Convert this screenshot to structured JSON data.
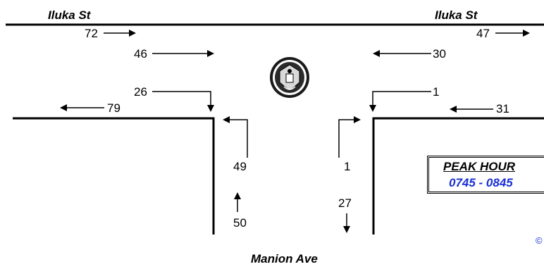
{
  "roads": {
    "top_left": "Iluka St",
    "top_right": "Iluka St",
    "bottom": "Manion Ave"
  },
  "counts": {
    "iluka_west_through_east": "72",
    "iluka_east_through_east": "47",
    "from_west_through": "46",
    "from_east_through": "30",
    "from_west_right_turn": "26",
    "from_east_left_turn": "1",
    "to_west_departing": "79",
    "to_east_departing": "31",
    "manion_right_turn_west": "49",
    "manion_left_turn_east": "1",
    "manion_approach_total": "50",
    "manion_departing_total": "27"
  },
  "peak": {
    "title": "PEAK HOUR",
    "time": "0745 - 0845"
  },
  "copyright": "©",
  "colors": {
    "accent_blue": "#1a2fd6",
    "ink": "#000000"
  },
  "logo": {
    "icon": "roads-authority-seal-icon"
  }
}
